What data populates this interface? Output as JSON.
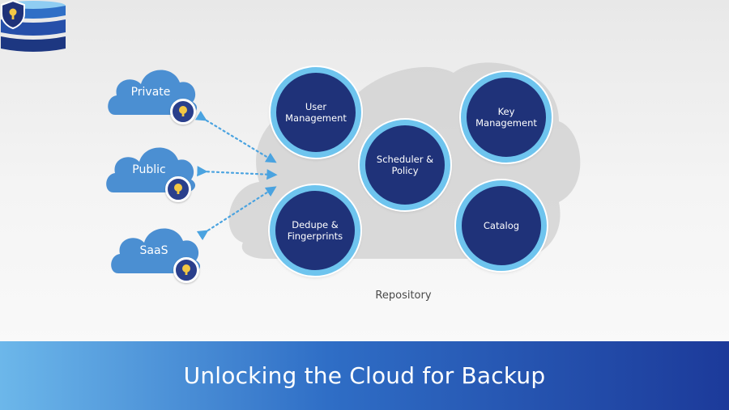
{
  "sources": [
    {
      "label": "Private",
      "icon": "lock-icon"
    },
    {
      "label": "Public",
      "icon": "lock-icon"
    },
    {
      "label": "SaaS",
      "icon": "lock-icon"
    }
  ],
  "modules": {
    "user_management": "User Management",
    "key_management": "Key Management",
    "scheduler_policy": "Scheduler & Policy",
    "dedupe_fingerprints": "Dedupe & Fingerprints",
    "catalog": "Catalog"
  },
  "repository": {
    "label": "Repository",
    "icon": "database-icon",
    "badge_icon": "shield-lock-icon"
  },
  "banner": {
    "title": "Unlocking the Cloud for Backup"
  },
  "colors": {
    "module_fill": "#1f3279",
    "module_ring": "#6ec4ee",
    "source_cloud": "#4b8fd2",
    "banner_start": "#6cb7ea",
    "banner_end": "#1c3a9a"
  }
}
